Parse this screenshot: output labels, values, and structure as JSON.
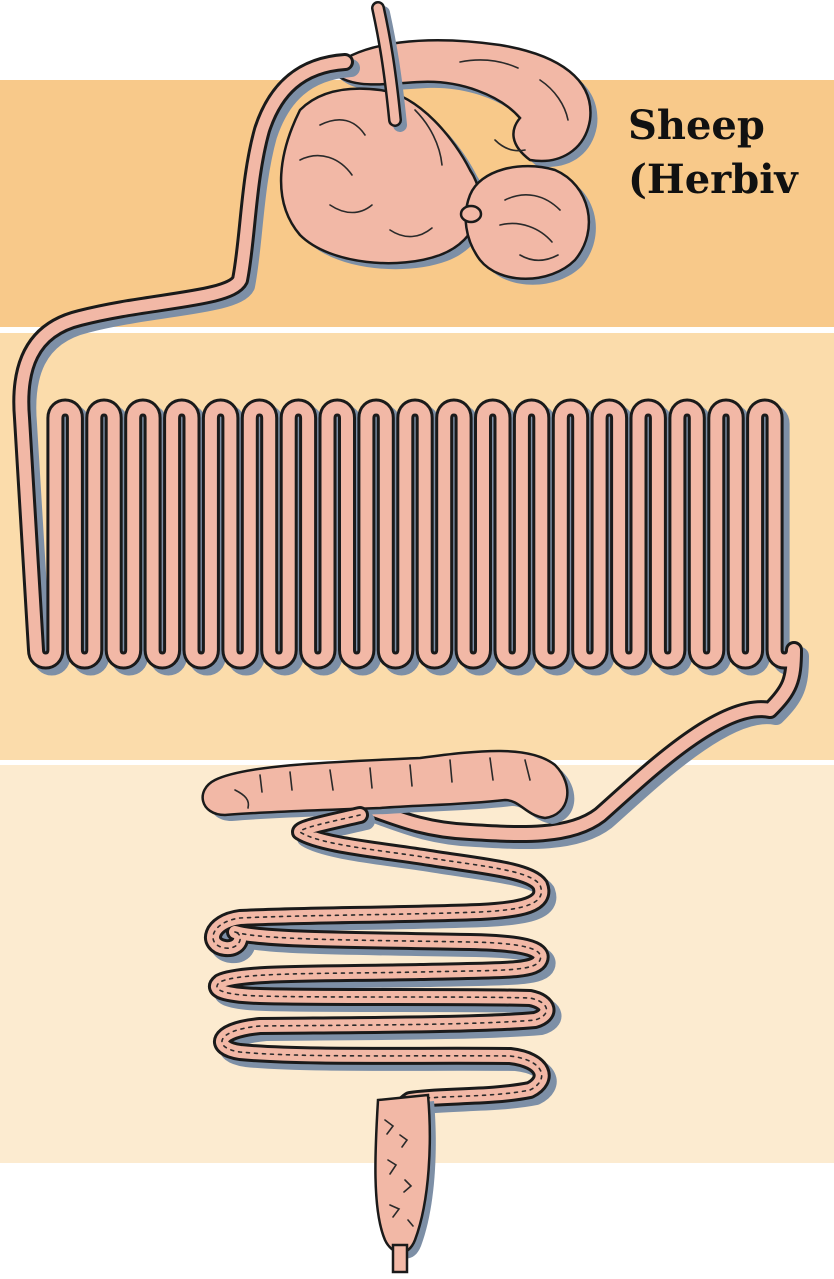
{
  "title": {
    "line1": "Sheep",
    "line2": "(Herbiv"
  },
  "colors": {
    "stomach_band": "#f8c98a",
    "small_intestine_band": "#fbdcab",
    "large_intestine_band": "#fcebd0",
    "tissue": "#f2b8a6",
    "outline": "#1a1a1a",
    "shadow": "#7d8fa6"
  },
  "small_intestine_loops": 20
}
